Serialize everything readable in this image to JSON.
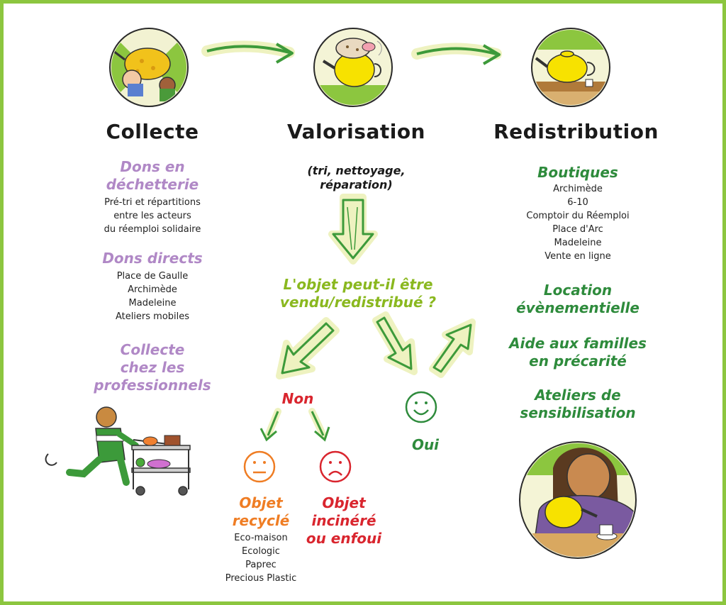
{
  "colors": {
    "frame": "#8cc63f",
    "purple": "#b088c6",
    "green": "#2e8b3c",
    "question": "#8ab81f",
    "red": "#d9252e",
    "orange": "#ef7d24",
    "arrow": "#3d9a3a",
    "arrow_glow": "#eef2c0"
  },
  "collecte": {
    "title": "Collecte",
    "dons_dechetterie": {
      "line1": "Dons en",
      "line2": "déchetterie",
      "desc": [
        "Pré-tri et répartitions",
        "entre les acteurs",
        "du réemploi solidaire"
      ]
    },
    "dons_directs": {
      "title": "Dons directs",
      "items": [
        "Place de Gaulle",
        "Archimède",
        "Madeleine",
        "Ateliers mobiles"
      ]
    },
    "professionnels": [
      "Collecte",
      "chez les",
      "professionnels"
    ]
  },
  "valorisation": {
    "title": "Valorisation",
    "note": [
      "(tri, nettoyage,",
      "réparation)"
    ],
    "question": [
      "L'objet peut-il être",
      "vendu/redistribué ?"
    ]
  },
  "redistribution": {
    "title": "Redistribution",
    "boutiques": {
      "title": "Boutiques",
      "items": [
        "Archimède",
        "6-10",
        "Comptoir du Réemploi",
        "Place d'Arc",
        "Madeleine",
        "Vente en ligne"
      ]
    },
    "location": [
      "Location",
      "évènementielle"
    ],
    "aide": [
      "Aide aux familles",
      "en précarité"
    ],
    "ateliers": [
      "Ateliers de",
      "sensibilisation"
    ]
  },
  "outcomes": {
    "non": "Non",
    "oui": "Oui",
    "recycle": {
      "title": [
        "Objet",
        "recyclé"
      ],
      "items": [
        "Eco-maison",
        "Ecologic",
        "Paprec",
        "Precious Plastic"
      ]
    },
    "incinere": {
      "title": [
        "Objet",
        "incinéré",
        "ou enfoui"
      ]
    }
  },
  "icons": {
    "collecte": "hands-teapot-icon",
    "valorisation": "cleaning-teapot-icon",
    "redistribution": "shelf-teapot-icon",
    "worker": "cart-worker-icon",
    "person": "person-pouring-tea-icon",
    "happy": "happy-face-icon",
    "neutral": "neutral-face-icon",
    "sad": "sad-face-icon"
  }
}
